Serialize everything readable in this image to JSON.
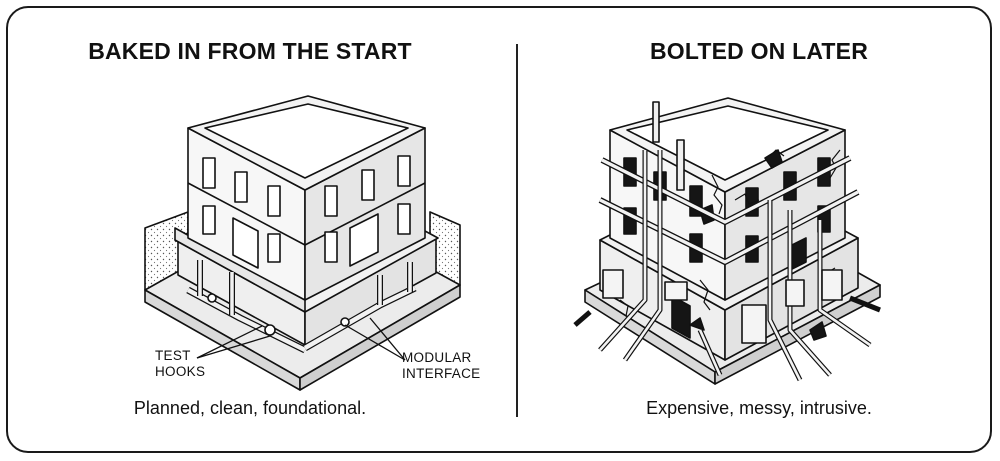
{
  "left_panel": {
    "title": "BAKED IN FROM THE START",
    "caption": "Planned, clean, foundational.",
    "callouts": {
      "test_hooks": [
        "TEST",
        "HOOKS"
      ],
      "modular_interface": [
        "MODULAR",
        "INTERFACE"
      ]
    }
  },
  "right_panel": {
    "title": "BOLTED ON LATER",
    "caption": "Expensive, messy, intrusive."
  },
  "colors": {
    "ink": "#111111",
    "frame": "#1a1a1a",
    "background": "#ffffff",
    "wall": "#f4f4f4",
    "shade": "#dcdcdc"
  }
}
